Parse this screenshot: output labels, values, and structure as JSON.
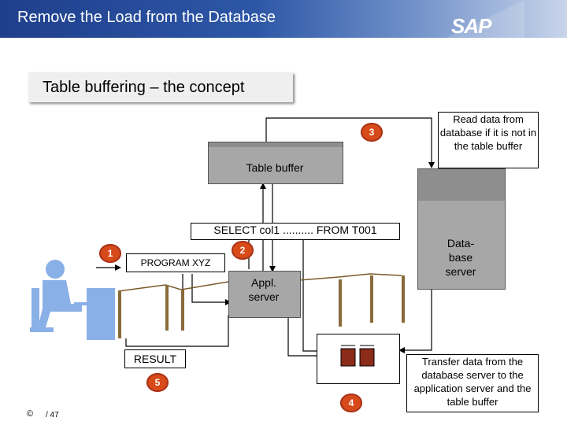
{
  "header": {
    "title": "Remove the Load from the Database",
    "logo": "SAP"
  },
  "section_title": "Table buffering – the concept",
  "table_buffer_label": "Table buffer",
  "select_statement": "SELECT col1 .......... FROM T001",
  "program_label": "PROGRAM XYZ",
  "app_server_label": "Appl.\nserver",
  "database_label": "Data-\nbase\nserver",
  "result_label": "RESULT",
  "note_read": "Read data from database if it is not in the table buffer",
  "note_transfer": "Transfer data from the database server to the application server and the table buffer",
  "steps": {
    "s1": "1",
    "s2": "2",
    "s3": "3",
    "s4": "4",
    "s5": "5"
  },
  "footer": {
    "copyright_symbol": "©",
    "page": "/ 47"
  },
  "colors": {
    "header_blue": "#1f3f8c",
    "step_orange": "#d74a1a",
    "user_blue": "#8ab0e8",
    "server_gray": "#a7a7a7"
  },
  "icons": [
    "user-at-computer-icon",
    "network-pole-icon",
    "data-packet-icon"
  ]
}
